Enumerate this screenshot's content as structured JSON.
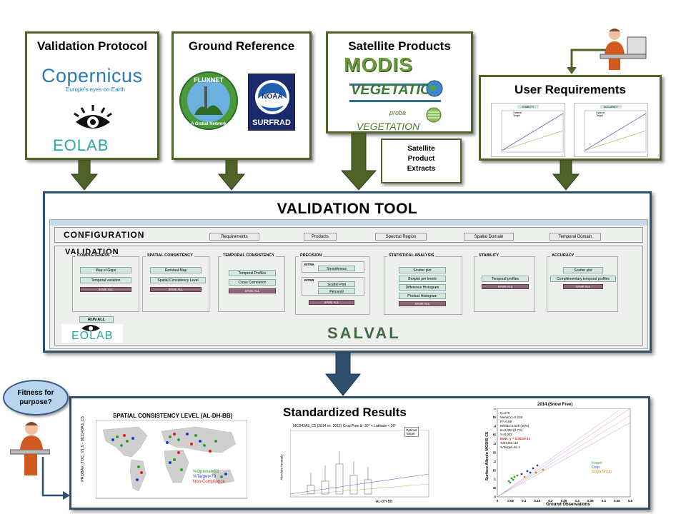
{
  "top_boxes": {
    "validation_protocol": {
      "title": "Validation Protocol",
      "logos": {
        "copernicus": "Copernicus",
        "copernicus_tagline": "Europe's eyes on Earth",
        "eolab": "EOLAB"
      }
    },
    "ground_reference": {
      "title": "Ground Reference",
      "logos": {
        "fluxnet": "FLUXNET",
        "fluxnet_tagline": "A Global Network",
        "noaa": "NOAA",
        "surfrad": "SURFRAD"
      }
    },
    "satellite_products": {
      "title": "Satellite Products",
      "logos": {
        "modis": "MODIS",
        "vegetation": "VEGETATION",
        "probav_prefix": "proba",
        "probav": "VEGETATION"
      }
    },
    "user_requirements": {
      "title": "User Requirements",
      "plots": [
        {
          "title": "STABILITY",
          "legend": [
            "Optimal",
            "Target"
          ]
        },
        {
          "title": "ACCURACY",
          "legend": [
            "Optimal",
            "Target"
          ]
        }
      ]
    }
  },
  "satellite_extracts_note": {
    "line1": "Satellite",
    "line2": "Product",
    "line3": "Extracts"
  },
  "validation_tool": {
    "title": "VALIDATION  TOOL",
    "app": {
      "configuration": {
        "title": "CONFIGURATION",
        "buttons": [
          "Requirements",
          "Products",
          "Spectral Region",
          "Spatial Domain",
          "Temporal Domain"
        ]
      },
      "validation": {
        "title": "VALIDATION",
        "groups": [
          {
            "title": "COMPLETENESS",
            "buttons": [
              "Map of Gaps",
              "Temporal  variation"
            ],
            "save": "SAVE ALL"
          },
          {
            "title": "SPATIAL CONSISTENCY",
            "buttons": [
              "Residual Map",
              "Spatial Consistency Level"
            ],
            "save": "SAVE ALL"
          },
          {
            "title": "TEMPORAL CONSISTENCY",
            "buttons": [
              "Temporal Profiles",
              "Cross Correlation"
            ],
            "save": "SAVE ALL"
          },
          {
            "title": "PRECISION",
            "intra_label": "INTRA",
            "inter_label": "INTER",
            "buttons": [
              "Smoothness",
              "Scatter Plot",
              "Percentil"
            ],
            "save": "SAVE ALL"
          },
          {
            "title": "STATISTICAL ANALYSIS",
            "buttons": [
              "Scatter plot",
              "Boxplot per levels",
              "Difference Histogram",
              "Product Histogram"
            ],
            "save": "SAVE ALL"
          },
          {
            "title": "STABILITY",
            "buttons": [
              "Temporal profiles"
            ],
            "save": "SAVE ALL"
          },
          {
            "title": "ACCURACY",
            "buttons": [
              "Scatter plot",
              "Complementary temporal profiles"
            ],
            "save": "SAVE ALL"
          }
        ],
        "run_all": "RUN ALL"
      },
      "brand": "SALVAL",
      "eolab": "EOLAB"
    }
  },
  "results": {
    "title": "Standardized Results",
    "map": {
      "title": "SPATIAL CONSISTENCY LEVEL (AL-DH-BB)  (Apr2014)",
      "ylabel": "PROBAV_TOC_V1.5 - MCD43A3_C5",
      "legend": [
        {
          "label": "%Optimal=53",
          "color": "#2ca02c"
        },
        {
          "label": "%Target=79",
          "color": "#1f3fd0"
        },
        {
          "label": "Non-Compliance",
          "color": "#d62020"
        }
      ]
    },
    "boxplot": {
      "title": "MCD43A3_C5 (2014 vs. 2013)  Crop Free & -30° < Latitude < 30°",
      "subtitle": "Median Absolute Anomaly=0.0049(2.47 %)",
      "legend": [
        "Optimal",
        "Target"
      ],
      "xlabel": "AL-DH-BB",
      "ylabel": "Absolute Anomaly"
    },
    "scatter": {
      "title": "2014 (Snow Free)",
      "stats": [
        "N=276",
        "Mean(Y)=0.126",
        "R²=0.89",
        "RMSD=0.025 (20%)",
        "B=0.003 (2.7%)",
        "S=0.022",
        "MAR: y = 0.0024+1x",
        "%GCOS=23",
        "%Target=51.4"
      ],
      "legend": [
        {
          "label": "Forest",
          "color": "#2ca02c"
        },
        {
          "label": "Crop",
          "color": "#1f3fd0"
        },
        {
          "label": "Grass/Shrub",
          "color": "#e08020"
        }
      ],
      "xlabel": "Ground Observations",
      "ylabel": "Surface Albedo MODIS C5",
      "xticks": [
        "0",
        "0.05",
        "0.1",
        "0.15",
        "0.2",
        "0.25",
        "0.3",
        "0.35",
        "0.4",
        "0.45",
        "0.5"
      ],
      "yticks": [
        "0",
        "0.05",
        "0.1",
        "0.15",
        "0.2",
        "0.25",
        "0.3",
        "0.35",
        "0.4",
        "0.45",
        "0.5"
      ]
    }
  },
  "speech_bubble": {
    "line1": "Fitness for",
    "line2": "purpose?"
  },
  "colors": {
    "box_border": "#4f6228",
    "arrow": "#4f6228",
    "arrow_blue": "#2f4f6f",
    "window_border": "#2f4f6f"
  }
}
